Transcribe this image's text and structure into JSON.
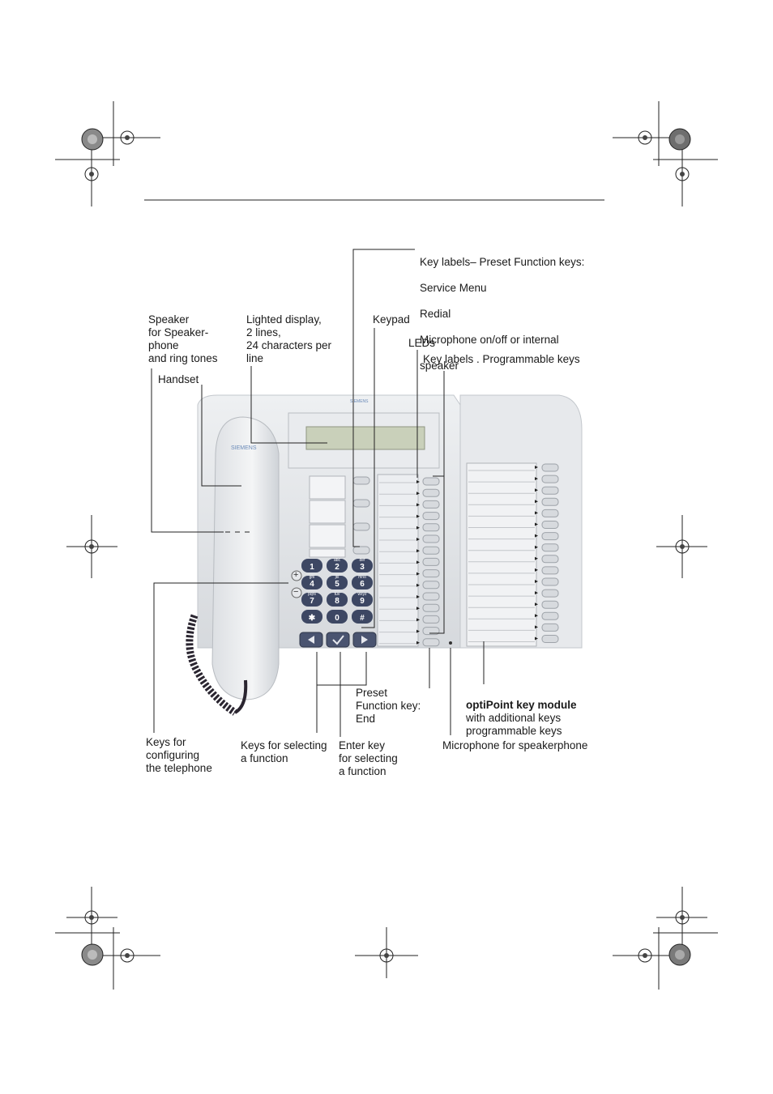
{
  "labels": {
    "preset_keys_title": "Key labels– Preset Function keys:",
    "preset_keys_items": [
      "Service Menu",
      "Redial",
      "Microphone on/off or internal",
      "speaker"
    ],
    "speaker": "Speaker\nfor Speaker-\nphone\nand ring tones",
    "display": "Lighted display,\n2 lines,\n24 characters per\nline",
    "keypad": "Keypad",
    "leds": "LEDs",
    "programmable_keys": "Key labels . Programmable keys",
    "handset": "Handset",
    "preset_end": "Preset\nFunction key:\nEnd",
    "key_module_title": "optiPoint key module",
    "key_module_desc": "with additional keys\nprogrammable keys",
    "keys_config": "Keys for\nconfiguring\nthe telephone",
    "keys_select": "Keys for selecting\na function",
    "enter_key": "Enter key\nfor selecting\na function",
    "microphone": "Microphone for speakerphone"
  },
  "phone": {
    "brand": "SIEMENS",
    "keypad_keys": [
      {
        "digit": "1",
        "letters": ""
      },
      {
        "digit": "2",
        "letters": "abc"
      },
      {
        "digit": "3",
        "letters": "def"
      },
      {
        "digit": "4",
        "letters": "ghi"
      },
      {
        "digit": "5",
        "letters": "jkl"
      },
      {
        "digit": "6",
        "letters": "mno"
      },
      {
        "digit": "7",
        "letters": "pqrs"
      },
      {
        "digit": "8",
        "letters": "tuv"
      },
      {
        "digit": "9",
        "letters": "wxyz"
      },
      {
        "digit": "✱",
        "letters": ""
      },
      {
        "digit": "0",
        "letters": ""
      },
      {
        "digit": "#",
        "letters": ""
      }
    ],
    "volume_plus": "+",
    "volume_minus": "−"
  },
  "colors": {
    "phone_body": "#e3e6ea",
    "display": "#c9d0ba",
    "keypad_key": "#3d4763",
    "cord": "#2a2530"
  }
}
